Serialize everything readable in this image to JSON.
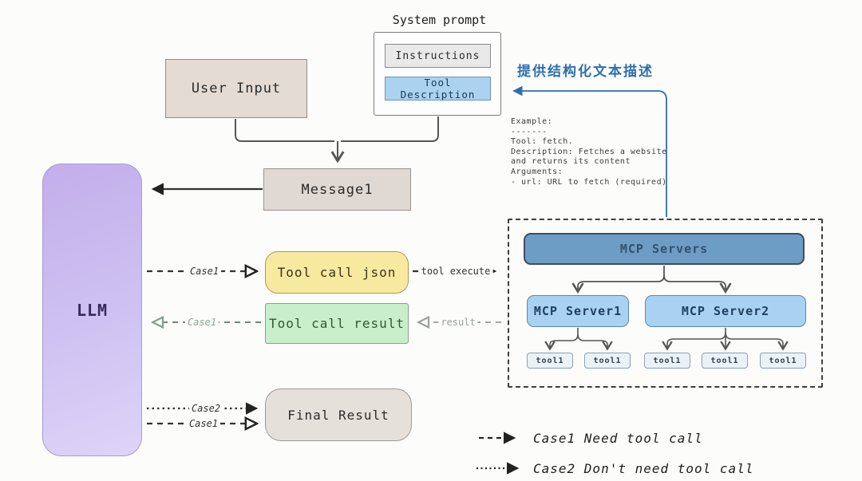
{
  "diagram": {
    "system_prompt": {
      "title": "System prompt",
      "instructions_label": "Instructions",
      "tool_description_label": "Tool Description"
    },
    "boxes": {
      "user_input": "User Input",
      "message1": "Message1",
      "llm": "LLM",
      "tool_call_json": "Tool call json",
      "tool_call_result": "Tool call result",
      "final_result": "Final Result"
    },
    "annotation_cn": "提供结构化文本描述",
    "example_text": "Example:\n-------\nTool: fetch.\nDescription: Fetches a website\nand returns its content\nArguments:\n- url: URL to fetch (required)",
    "mcp": {
      "servers_label": "MCP Servers",
      "server1_label": "MCP Server1",
      "server2_label": "MCP Server2",
      "tools": [
        "tool1",
        "tool1",
        "tool1",
        "tool1",
        "tool1"
      ]
    },
    "edge_labels": {
      "case1_to_json": "Case1",
      "tool_execute": "tool execute",
      "result": "result",
      "case1_from_result": "Case1",
      "case2_to_final": "Case2",
      "case1_to_final": "Case1"
    },
    "legend": {
      "case1": "Case1 Need tool call",
      "case2": "Case2 Don't need tool call"
    },
    "colors": {
      "annotation_blue": "#2e6fae",
      "llm_purple": "#c9bcf0",
      "tool_call_json_yellow": "#f7e9a0",
      "tool_call_result_green": "#c9eeca",
      "mcp_servers_blue": "#6d9cc5",
      "mcp_server_light_blue": "#a9d2f2",
      "tool_description_blue": "#abd3f0",
      "message_beige": "#e0d8d2"
    }
  }
}
